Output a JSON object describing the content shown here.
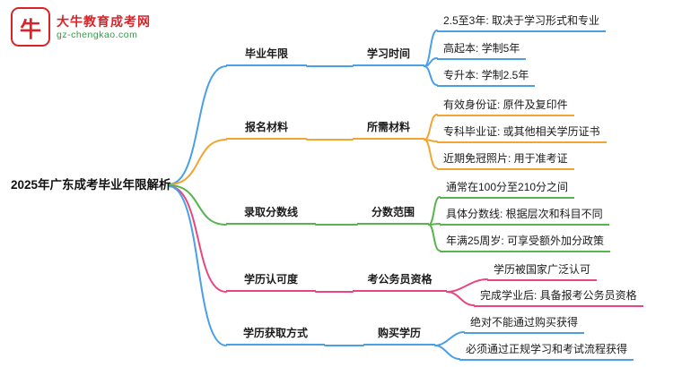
{
  "logo": {
    "site_name": "大牛教育成考网",
    "site_url": "gz-chengkao.com",
    "icon_glyph": "牛",
    "brand_color": "#d9232a",
    "url_color": "#2f9e44"
  },
  "mindmap": {
    "root": "2025年广东成考毕业年限解析",
    "branches": [
      {
        "label": "毕业年限",
        "sub": "学习时间",
        "color": "#4aa0e6",
        "leaves": [
          "2.5至3年: 取决于学习形式和专业",
          "高起本: 学制5年",
          "专升本: 学制2.5年"
        ]
      },
      {
        "label": "报名材料",
        "sub": "所需材料",
        "color": "#f2a532",
        "leaves": [
          "有效身份证: 原件及复印件",
          "专科毕业证: 或其他相关学历证书",
          "近期免冠照片: 用于准考证"
        ]
      },
      {
        "label": "录取分数线",
        "sub": "分数范围",
        "color": "#57b44e",
        "leaves": [
          "通常在100分至210分之间",
          "具体分数线: 根据层次和科目不同",
          "年满25周岁: 可享受额外加分政策"
        ]
      },
      {
        "label": "学历认可度",
        "sub": "考公务员资格",
        "color": "#e8477e",
        "leaves": [
          "学历被国家广泛认可",
          "完成学业后: 具备报考公务员资格"
        ]
      },
      {
        "label": "学历获取方式",
        "sub": "购买学历",
        "color": "#4aa0e6",
        "leaves": [
          "绝对不能通过购买获得",
          "必须通过正规学习和考试流程获得"
        ]
      }
    ]
  }
}
